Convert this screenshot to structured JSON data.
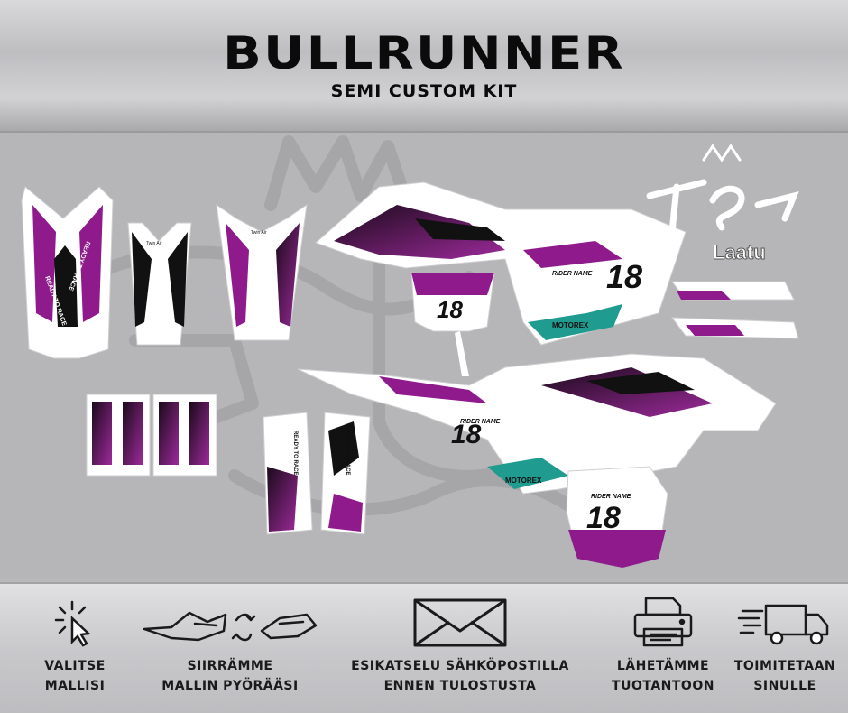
{
  "header": {
    "title": "BULLRUNNER",
    "subtitle": "SEMI CUSTOM KIT"
  },
  "artwork": {
    "rider_name": "RIDER NAME",
    "race_number": "18",
    "slogan": "READY TO RACE",
    "sponsor_main": "MOTOREX",
    "sponsor_small": "Twin Air",
    "brand_mark": "Laatu",
    "colors": {
      "accent": "#8e1a8c",
      "accent_light": "#c77dc4",
      "dark": "#111111",
      "teal": "#1f9b8f",
      "white": "#ffffff"
    }
  },
  "steps": [
    {
      "icon": "cursor-click-icon",
      "line1": "VALITSE",
      "line2": "MALLISI"
    },
    {
      "icon": "bike-transfer-icon",
      "line1": "SIIRRÄMME",
      "line2": "MALLIN PYÖRÄÄSI"
    },
    {
      "icon": "envelope-icon",
      "line1": "ESIKATSELU SÄHKÖPOSTILLA",
      "line2": "ENNEN TULOSTUSTA"
    },
    {
      "icon": "printer-icon",
      "line1": "LÄHETÄMME",
      "line2": "TUOTANTOON"
    },
    {
      "icon": "delivery-truck-icon",
      "line1": "TOIMITETAAN",
      "line2": "SINULLE"
    }
  ]
}
